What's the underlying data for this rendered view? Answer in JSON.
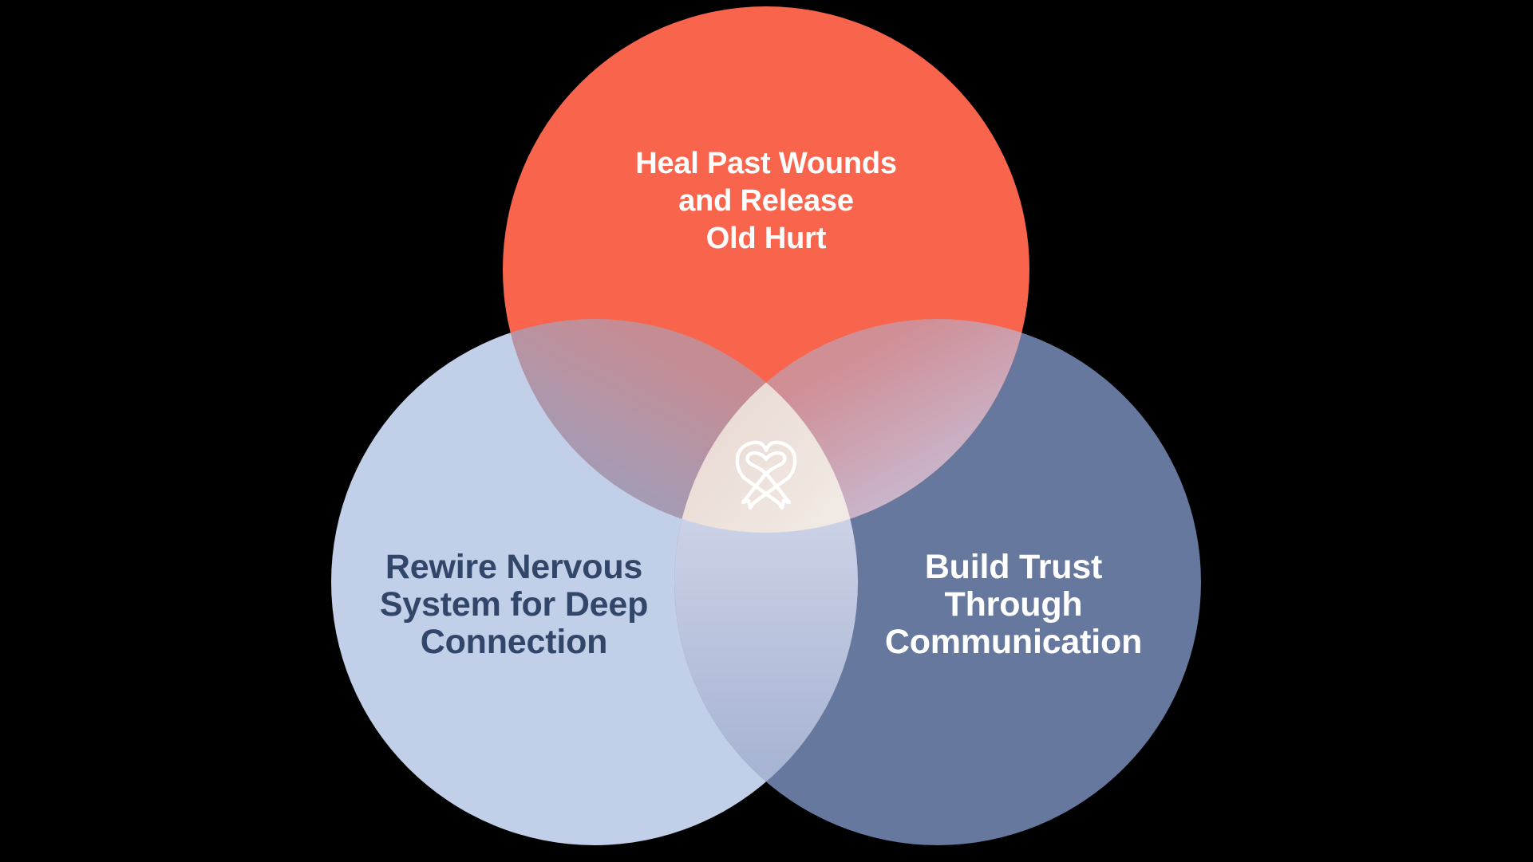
{
  "background_color": "#000000",
  "diagram": {
    "type": "venn-3-circle",
    "circles": {
      "top": {
        "label_lines": [
          "Heal Past Wounds",
          "and Release",
          "Old Hurt"
        ],
        "color": "#F8654C",
        "text_color": "#FFFFFF"
      },
      "left": {
        "label_lines": [
          "Rewire Nervous",
          "System for Deep",
          "Connection"
        ],
        "color": "#C2CFE8",
        "text_color": "#314668"
      },
      "right": {
        "label_lines": [
          "Build Trust",
          "Through",
          "Communication"
        ],
        "color": "#66789D",
        "text_color": "#FFFFFF"
      }
    },
    "overlaps": {
      "top_left": {
        "from": "#C68C94",
        "to": "#95A2C3"
      },
      "top_right": {
        "from": "#D08E95",
        "to": "#C6C5E2"
      },
      "bottom": {
        "from": "#CBD1E6",
        "to": "#A4B1D1"
      },
      "center": {
        "from": "#E9DAD3",
        "to": "#F1E9E3"
      }
    },
    "center_icon": {
      "name": "heart-ribbon-icon",
      "color": "#FFFFFF"
    }
  }
}
